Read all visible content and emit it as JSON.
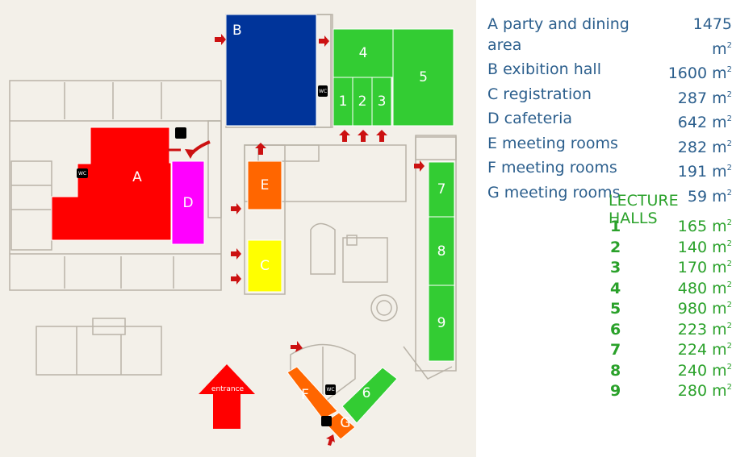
{
  "map": {
    "labels": {
      "A": "A",
      "B": "B",
      "C": "C",
      "D": "D",
      "E": "E",
      "F": "F",
      "G": "G",
      "h1": "1",
      "h2": "2",
      "h3": "3",
      "h4": "4",
      "h5": "5",
      "h6": "6",
      "h7": "7",
      "h8": "8",
      "h9": "9"
    },
    "entrance_label": "entrance",
    "wc_label": "WC",
    "colors": {
      "A": "#ff0000",
      "B": "#00349a",
      "C": "#ffff00",
      "D": "#ff00ff",
      "E": "#ff6600",
      "F": "#ff6600",
      "G": "#ff6600",
      "halls": "#33cc33",
      "arrow": "#cc1111"
    }
  },
  "legend": {
    "unit": "m",
    "unit_sup": "2",
    "areas": [
      {
        "label": "A party and dining area",
        "value": "1475"
      },
      {
        "label": "B exibition hall",
        "value": "1600"
      },
      {
        "label": "C registration",
        "value": "287"
      },
      {
        "label": "D cafeteria",
        "value": "642"
      },
      {
        "label": "E meeting rooms",
        "value": "282"
      },
      {
        "label": "F meeting rooms",
        "value": "191"
      },
      {
        "label": "G meeting rooms",
        "value": "59"
      }
    ],
    "lecture_title": "LECTURE HALLS",
    "halls": [
      {
        "num": "1",
        "value": "165"
      },
      {
        "num": "2",
        "value": "140"
      },
      {
        "num": "3",
        "value": "170"
      },
      {
        "num": "4",
        "value": "480"
      },
      {
        "num": "5",
        "value": "980"
      },
      {
        "num": "6",
        "value": "223"
      },
      {
        "num": "7",
        "value": "224"
      },
      {
        "num": "8",
        "value": "240"
      },
      {
        "num": "9",
        "value": "280"
      }
    ]
  }
}
